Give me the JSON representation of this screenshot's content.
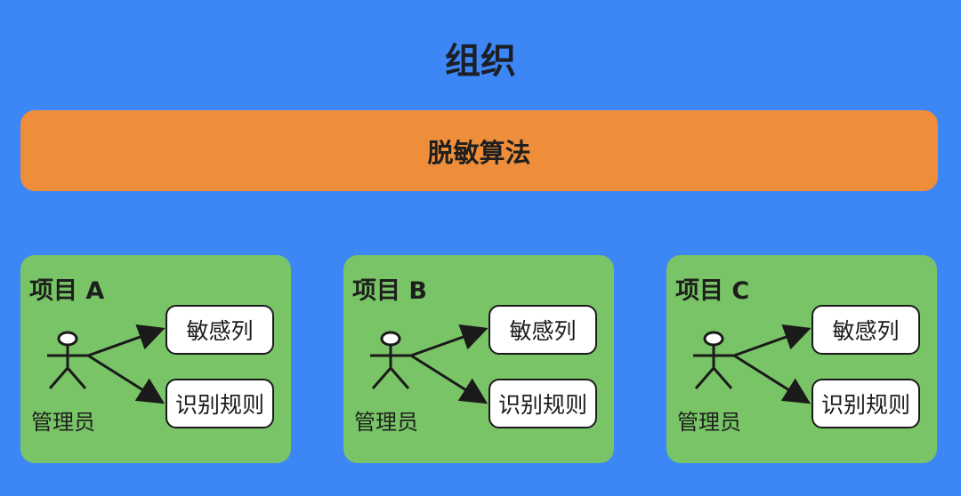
{
  "title": "组织",
  "algorithm": {
    "label": "脱敏算法"
  },
  "projects": [
    {
      "name": "项目 A",
      "actor": "管理员",
      "items": [
        "敏感列",
        "识别规则"
      ]
    },
    {
      "name": "项目 B",
      "actor": "管理员",
      "items": [
        "敏感列",
        "识别规则"
      ]
    },
    {
      "name": "项目 C",
      "actor": "管理员",
      "items": [
        "敏感列",
        "识别规则"
      ]
    }
  ],
  "colors": {
    "background": "#3c86f6",
    "algorithm_bar": "#ee8e3a",
    "project_box": "#79c466",
    "pill_fill": "#ffffff",
    "stroke": "#1a1a1a"
  }
}
